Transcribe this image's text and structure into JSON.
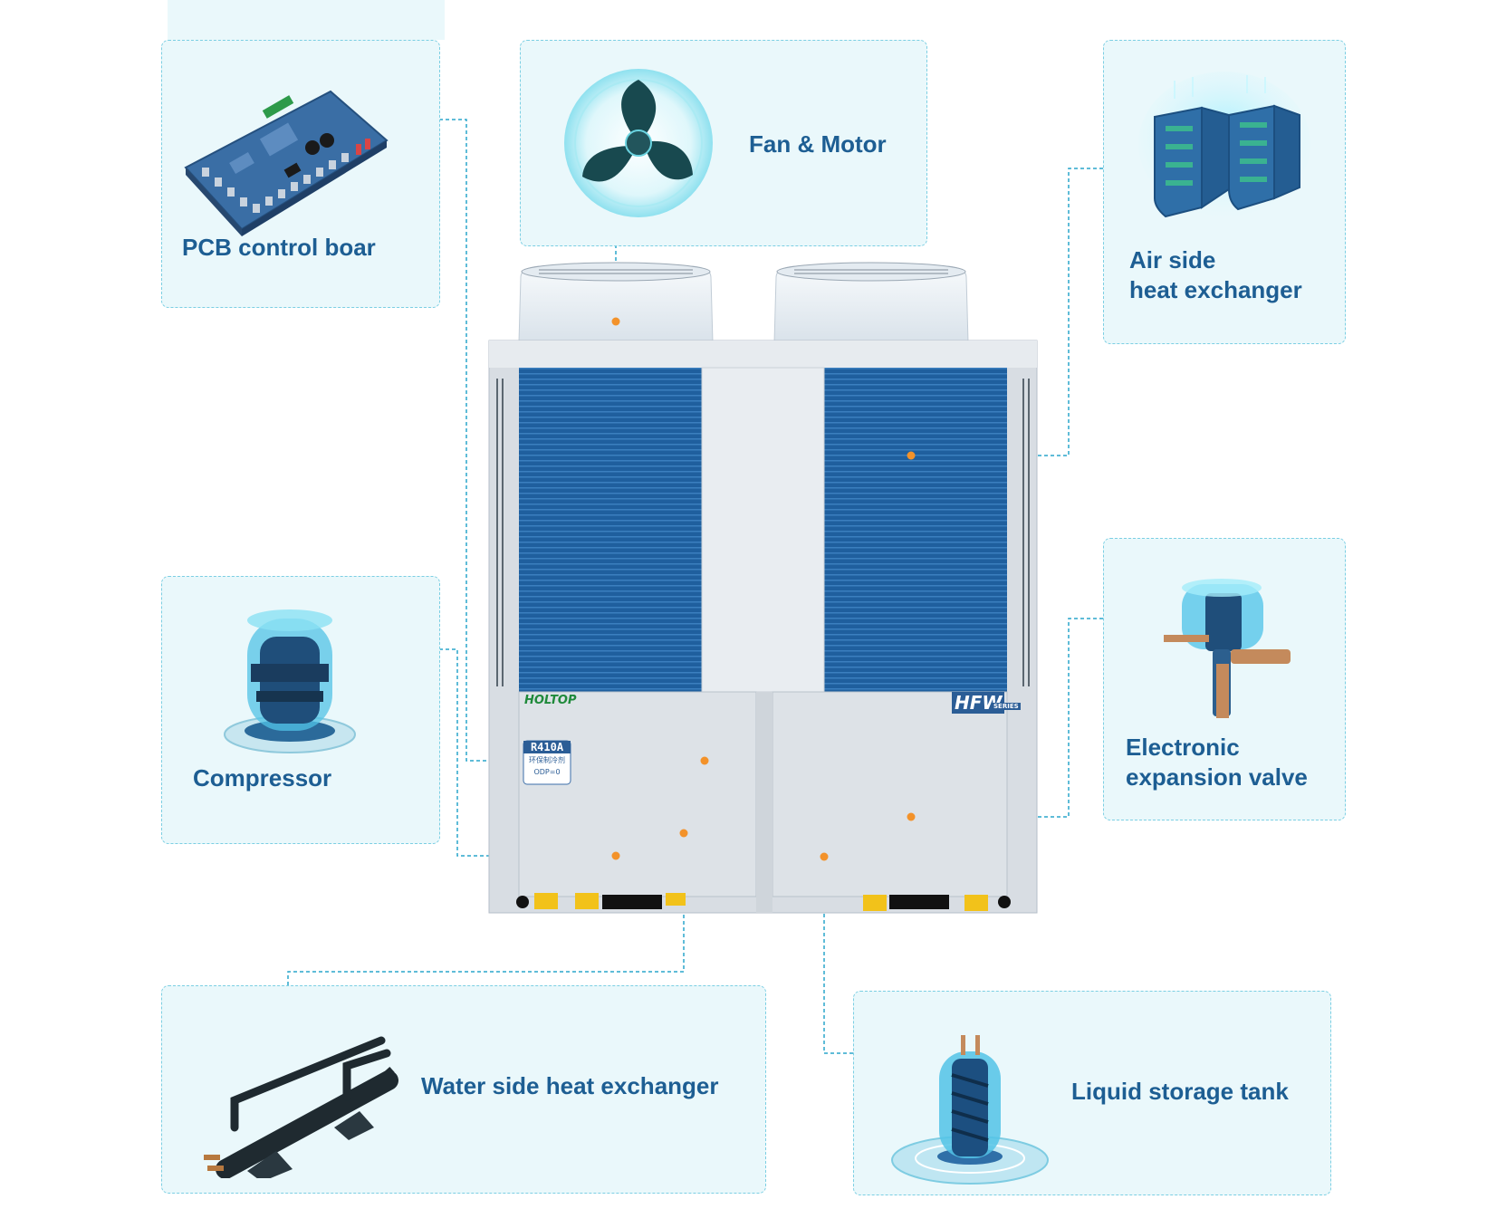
{
  "components": {
    "pcb": {
      "label": "PCB control boar",
      "icon": "pcb-board-image"
    },
    "fan": {
      "label": "Fan & Motor",
      "icon": "fan-blade-image"
    },
    "air_hx": {
      "label_lines": [
        "Air side",
        "heat exchanger"
      ],
      "icon": "air-heat-exchanger-image"
    },
    "compressor": {
      "label": "Compressor",
      "icon": "compressor-image"
    },
    "eev": {
      "label_lines": [
        "Electronic",
        "expansion valve"
      ],
      "icon": "expansion-valve-image"
    },
    "water_hx": {
      "label": "Water side heat exchanger",
      "icon": "water-heat-exchanger-image"
    },
    "tank": {
      "label": "Liquid storage tank",
      "icon": "liquid-tank-image"
    }
  },
  "unit": {
    "brand_logo": "HOLTOP",
    "series_logo": "HFW",
    "series_sub": "SERIES",
    "refrigerant": "R410A",
    "refrigerant_note": "环保制冷剂",
    "odp": "ODP=0"
  },
  "colors": {
    "card_bg": "#eaf8fb",
    "card_border": "#7ccfe3",
    "label_text": "#1d5e93",
    "leader_line": "#2aa6cc",
    "marker_dot": "#f3922a",
    "coil_blue": "#1f5f9e"
  }
}
